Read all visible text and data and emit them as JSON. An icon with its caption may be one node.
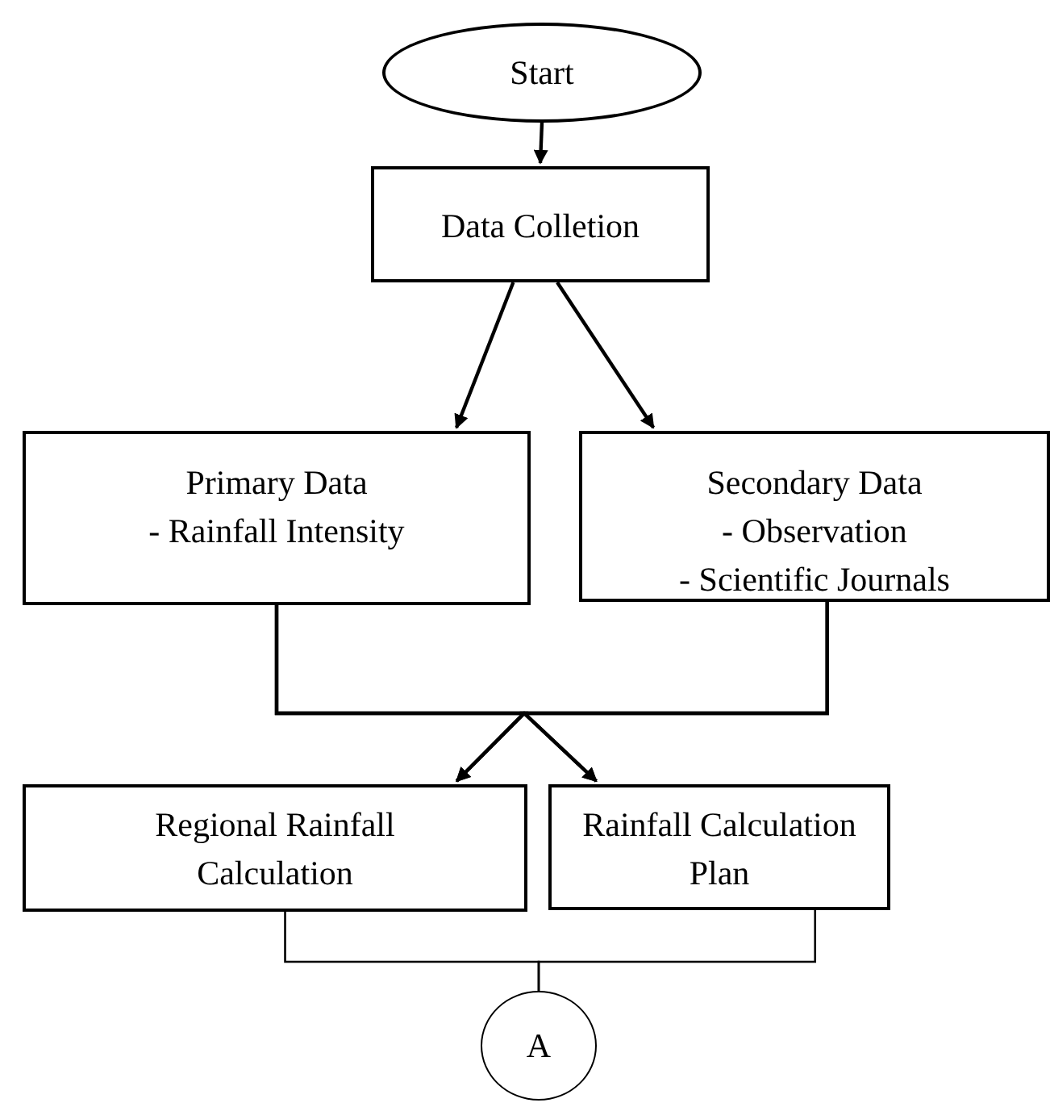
{
  "diagram": {
    "nodes": [
      {
        "text": [
          "Start"
        ]
      },
      {
        "text": [
          "Data Colletion"
        ]
      },
      {
        "text": [
          "Primary Data",
          "- Rainfall Intensity"
        ]
      },
      {
        "text": [
          "Secondary Data",
          "- Observation",
          "- Scientific Journals"
        ]
      },
      {
        "text": [
          "Regional Rainfall Calculation"
        ]
      },
      {
        "text": [
          "Rainfall Calculation Plan"
        ]
      },
      {
        "text": [
          "A"
        ]
      }
    ],
    "edges": [
      {
        "from": 0,
        "to": 1,
        "arrow": "to"
      },
      {
        "from": 1,
        "to": 2,
        "arrow": "to"
      },
      {
        "from": 1,
        "to": 3,
        "arrow": "to"
      },
      {
        "from": 2,
        "to": 4,
        "arrow": "to"
      },
      {
        "from": 2,
        "to": 5,
        "arrow": "to"
      },
      {
        "from": 3,
        "to": 4,
        "arrow": "to"
      },
      {
        "from": 3,
        "to": 5,
        "arrow": "to"
      },
      {
        "from": 4,
        "to": 6,
        "arrow": "none"
      },
      {
        "from": 5,
        "to": 6,
        "arrow": "none"
      }
    ]
  }
}
